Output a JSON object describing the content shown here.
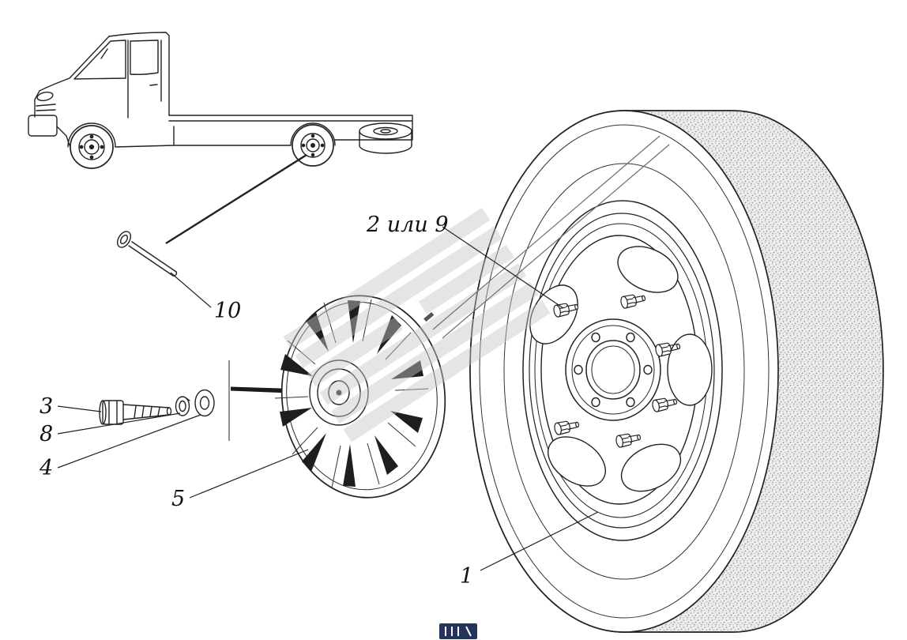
{
  "page": {
    "background": "#ffffff"
  },
  "callouts": {
    "wheel_bolt": {
      "label": "2 или 9"
    },
    "wrench": {
      "label": "10"
    },
    "bolt": {
      "label": "3"
    },
    "spring_washer": {
      "label": "8"
    },
    "flat_washer": {
      "label": "4"
    },
    "hub_cap": {
      "label": "5"
    },
    "wheel": {
      "label": "1"
    }
  },
  "colors": {
    "line": "#222222",
    "label_text": "#111111",
    "watermark_stripe": "#c6c6c6",
    "watermark_line": "#6f6f6f",
    "logo_badge": "#24345c",
    "tread_base": "#ededed",
    "tread_dot": "#9b9b9b"
  }
}
